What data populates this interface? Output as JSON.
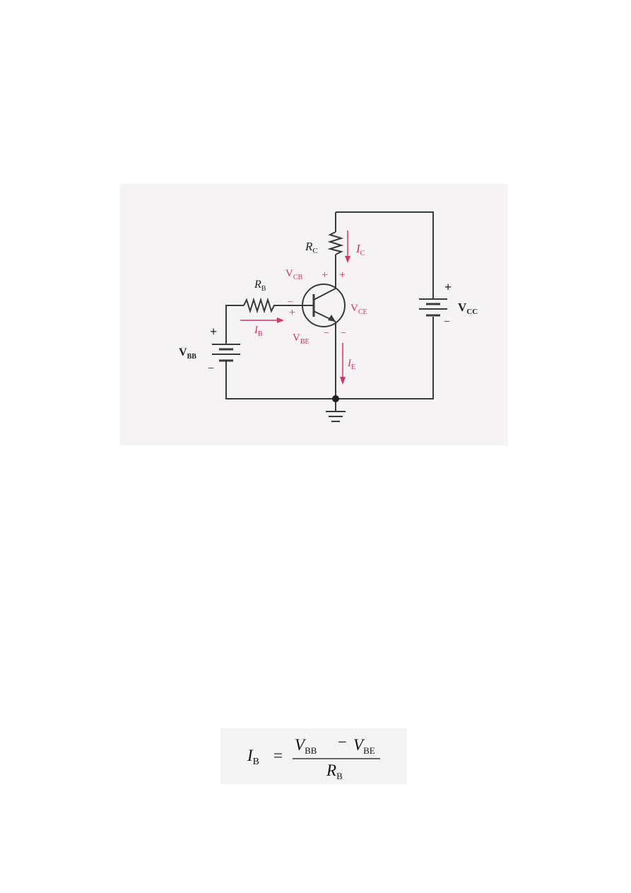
{
  "circuit": {
    "labels": {
      "rc": "R",
      "rc_sub": "C",
      "ic": "I",
      "ic_sub": "C",
      "vcb": "V",
      "vcb_sub": "CB",
      "rb": "R",
      "rb_sub": "B",
      "ib": "I",
      "ib_sub": "B",
      "vce": "V",
      "vce_sub": "CE",
      "vbe": "V",
      "vbe_sub": "BE",
      "ie": "I",
      "ie_sub": "E",
      "vbb": "V",
      "vbb_sub": "BB",
      "vcc": "V",
      "vcc_sub": "CC"
    },
    "signs": {
      "plus": "+",
      "minus": "−"
    },
    "colors": {
      "wire": "#3a3a3a",
      "annotation": "#d6336c",
      "background": "#f5f3f3"
    }
  },
  "formula": {
    "lhs": "I",
    "lhs_sub": "B",
    "equals": "=",
    "num_a": "V",
    "num_a_sub": "BB",
    "op": "−",
    "num_b": "V",
    "num_b_sub": "BE",
    "den": "R",
    "den_sub": "B"
  }
}
